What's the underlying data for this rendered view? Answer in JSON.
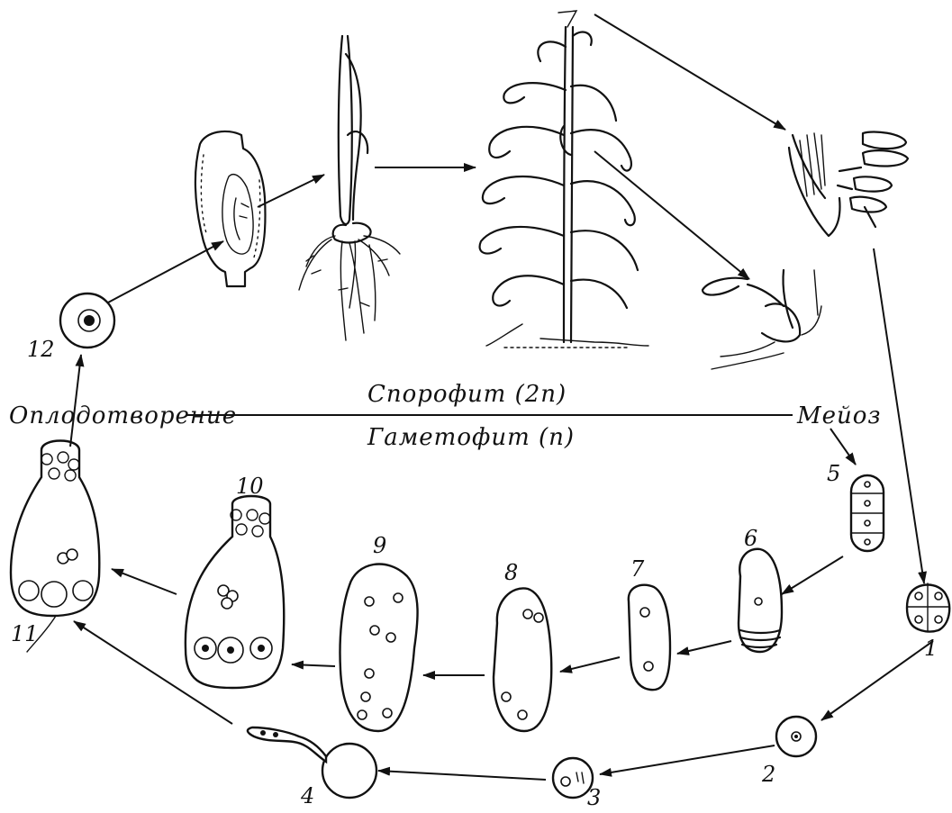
{
  "diagram": {
    "divider": {
      "left_label": "Оплодотворение",
      "right_label": "Мейоз",
      "upper_label": "Спорофит (2n)",
      "lower_label": "Гаметофит (n)"
    },
    "stage_labels": {
      "s1": "1",
      "s2": "2",
      "s3": "3",
      "s4": "4",
      "s5": "5",
      "s6": "6",
      "s7": "7",
      "s8": "8",
      "s9": "9",
      "s10": "10",
      "s11": "11",
      "s12": "12"
    }
  }
}
